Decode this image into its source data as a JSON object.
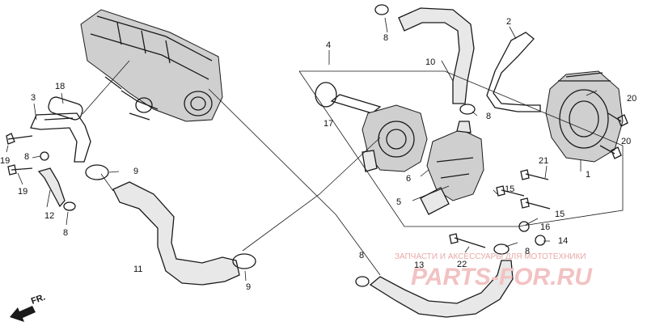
{
  "callouts": [
    "1",
    "2",
    "3",
    "4",
    "5",
    "6",
    "8",
    "8",
    "8",
    "8",
    "8",
    "8",
    "9",
    "9",
    "10",
    "11",
    "12",
    "13",
    "14",
    "15",
    "15",
    "16",
    "17",
    "18",
    "19",
    "19",
    "20",
    "20",
    "21",
    "22"
  ],
  "direction_label": "FR.",
  "watermark": {
    "tagline": "ЗАПЧАСТИ И АКСЕССУАРЫ ДЛЯ МОТОТЕХНИКИ",
    "logo": "PARTS-FOR.RU",
    "color": "#e8a8a8"
  },
  "colors": {
    "line": "#1a1a1a",
    "background": "#ffffff"
  }
}
